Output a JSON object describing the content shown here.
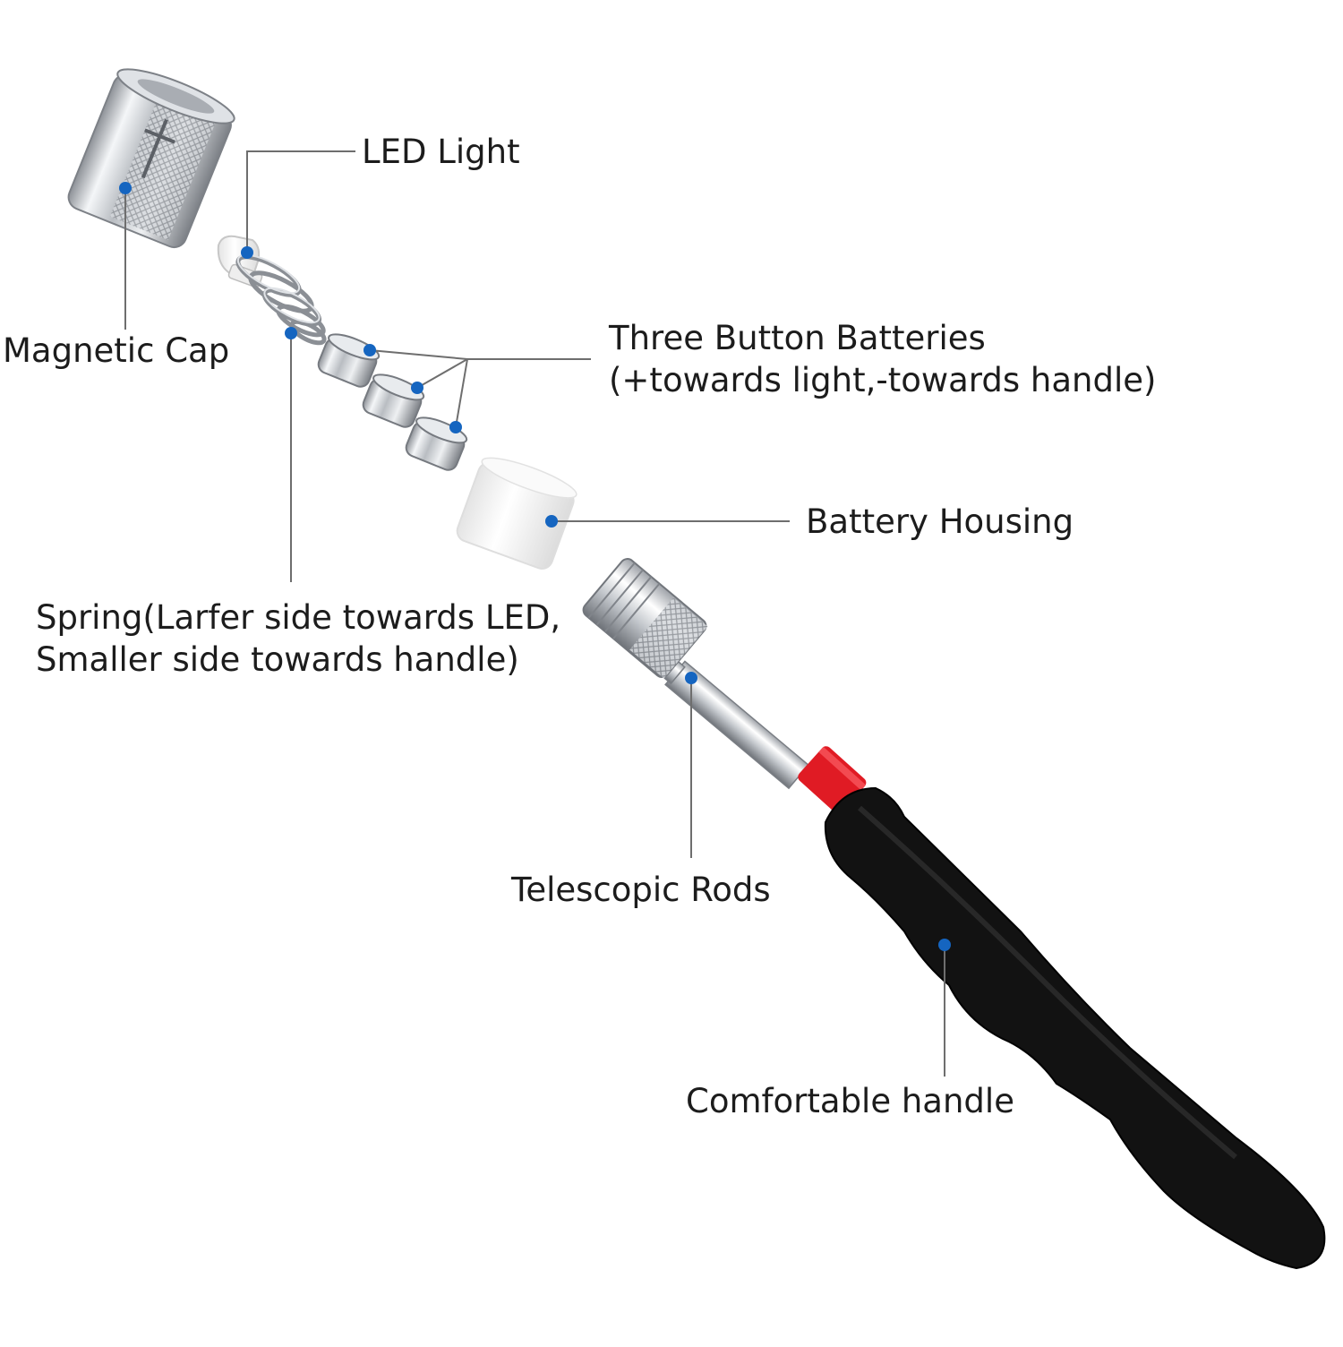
{
  "labels": {
    "led_light": "LED Light",
    "magnetic_cap": "Magnetic Cap",
    "batteries_line1": "Three Button Batteries",
    "batteries_line2": "(+towards light,-towards handle)",
    "battery_housing": "Battery Housing",
    "spring_line1": "Spring(Larfer side towards LED,",
    "spring_line2": "Smaller side towards handle)",
    "telescopic_rods": "Telescopic Rods",
    "comfortable_handle": "Comfortable handle"
  },
  "colors": {
    "marker": "#1565c0",
    "leader_line": "#6e6e6e",
    "text": "#1c1c1c",
    "handle": "#121212",
    "red_band": "#e01b24",
    "chrome": "#c8ccd0",
    "battery_housing": "#f4f4f4"
  }
}
